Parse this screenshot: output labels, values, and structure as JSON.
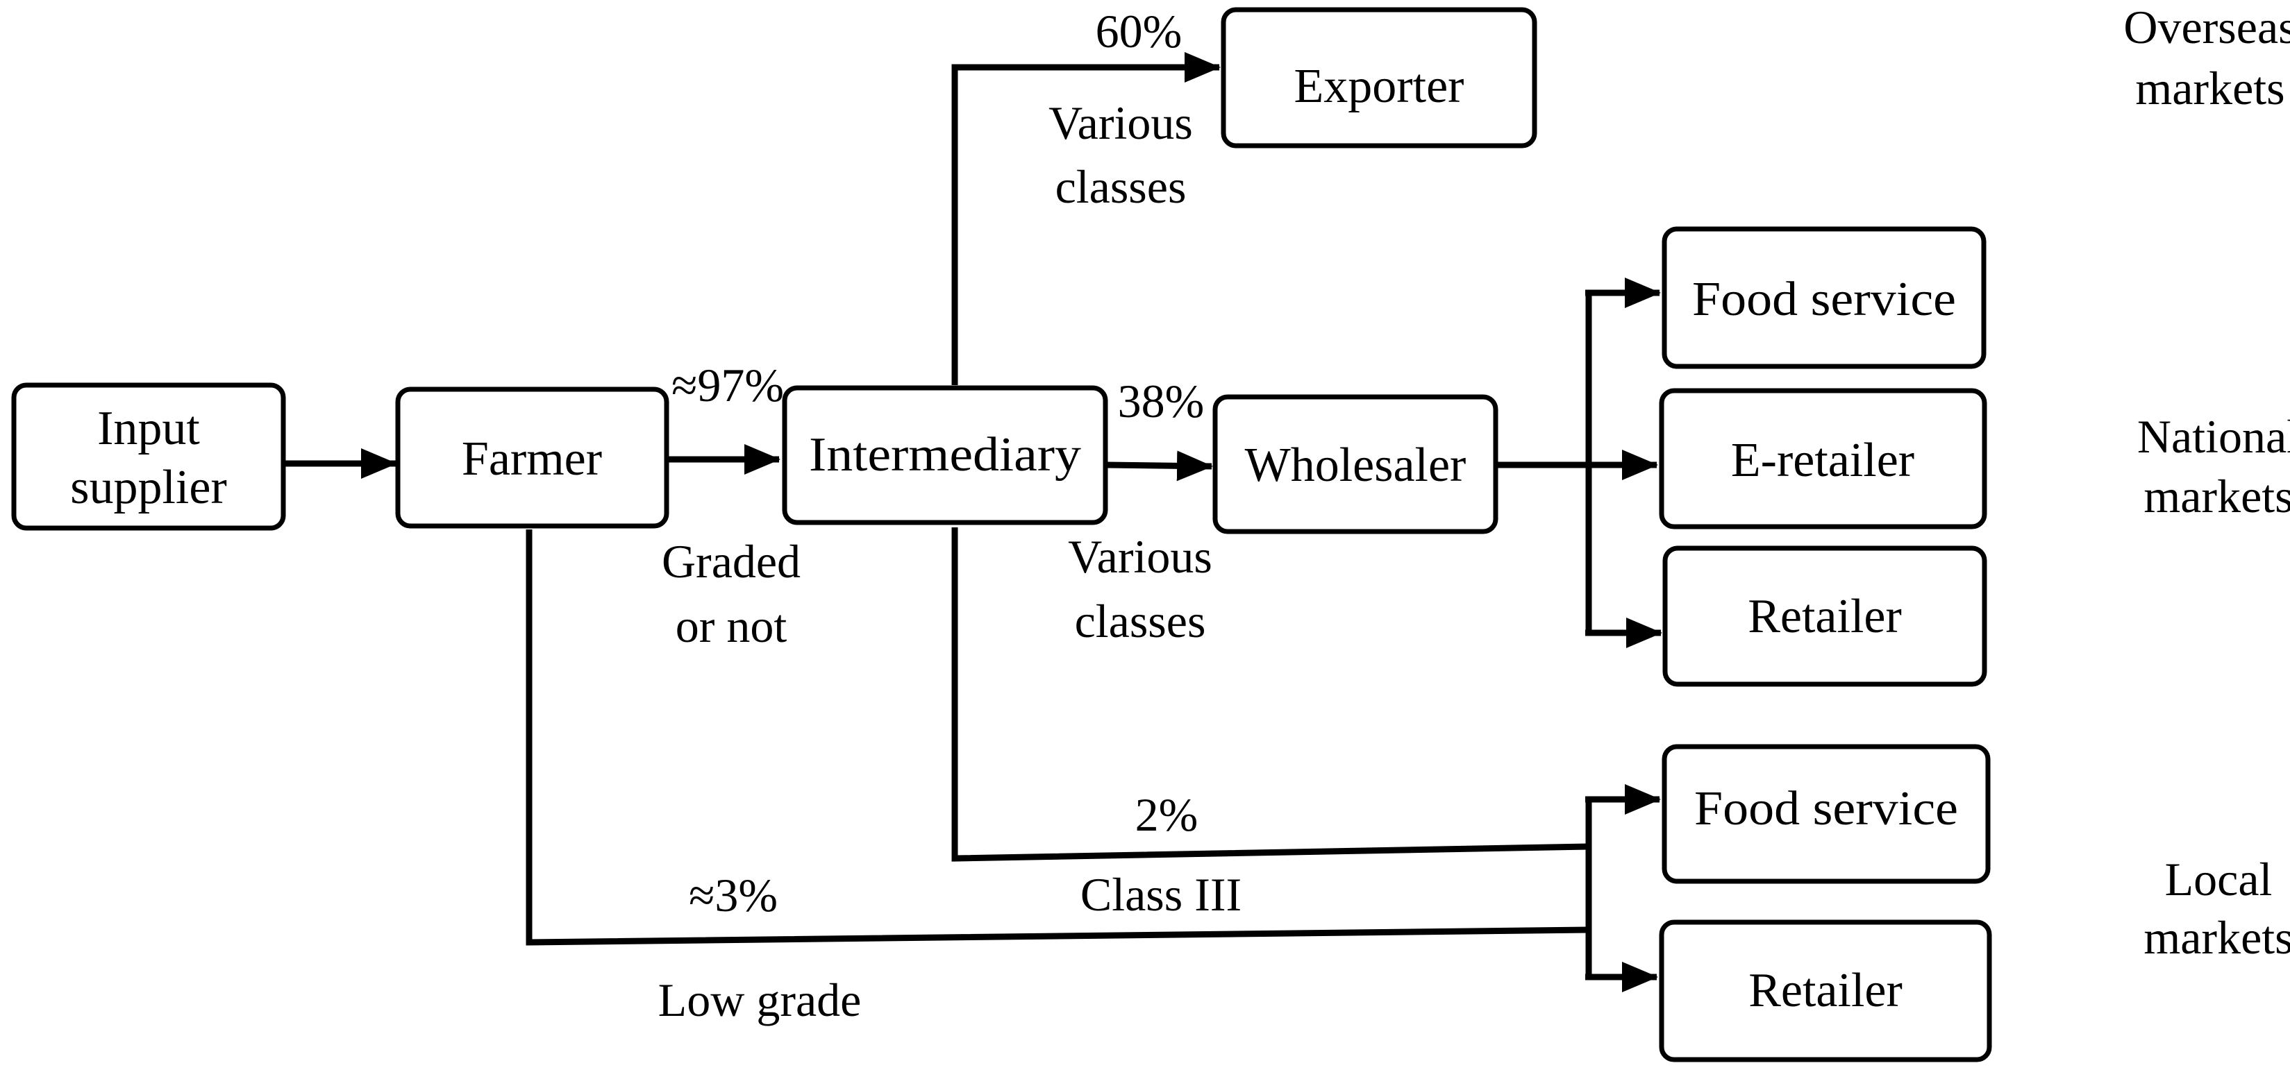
{
  "nodes": {
    "input_supplier": [
      "Input",
      "supplier"
    ],
    "farmer": "Farmer",
    "intermediary": "Intermediary",
    "exporter": "Exporter",
    "wholesaler": "Wholesaler",
    "food_service_national": "Food service",
    "e_retailer": "E-retailer",
    "retailer_national": "Retailer",
    "food_service_local": "Food service",
    "retailer_local": "Retailer"
  },
  "edges": {
    "farmer_to_intermediary": {
      "share": "≈97%",
      "note": [
        "Graded",
        "or not"
      ]
    },
    "intermediary_to_exporter": {
      "share": "60%",
      "note": [
        "Various",
        "classes"
      ]
    },
    "intermediary_to_wholesaler": {
      "share": "38%",
      "note": [
        "Various",
        "classes"
      ]
    },
    "intermediary_to_local": {
      "share": "2%",
      "note": "Class III"
    },
    "farmer_to_local": {
      "share": "≈3%",
      "note": "Low grade"
    }
  },
  "markets": {
    "overseas": [
      "Overseas",
      "markets"
    ],
    "national": [
      "National",
      "markets"
    ],
    "local": [
      "Local",
      "markets"
    ]
  }
}
